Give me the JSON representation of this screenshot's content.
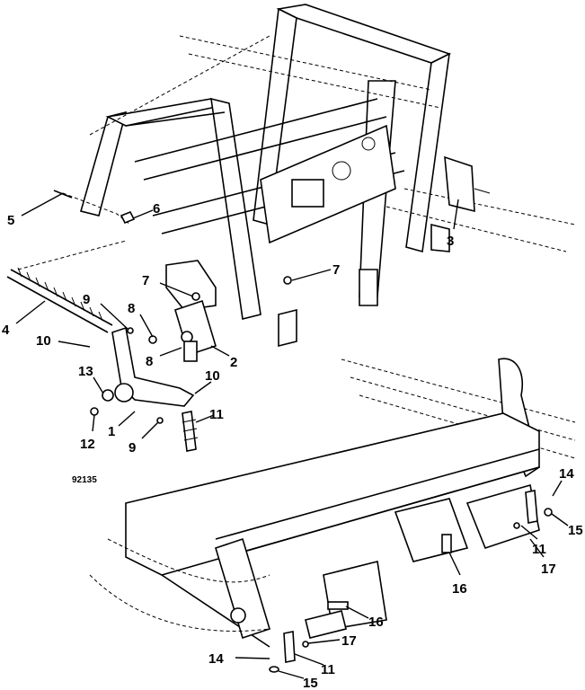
{
  "figure_number": "92135",
  "callouts": [
    "5",
    "6",
    "3",
    "7",
    "7",
    "4",
    "9",
    "8",
    "8",
    "2",
    "10",
    "10",
    "13",
    "12",
    "1",
    "9",
    "11",
    "14",
    "15",
    "11",
    "17",
    "16",
    "16",
    "17",
    "14",
    "11",
    "15"
  ]
}
